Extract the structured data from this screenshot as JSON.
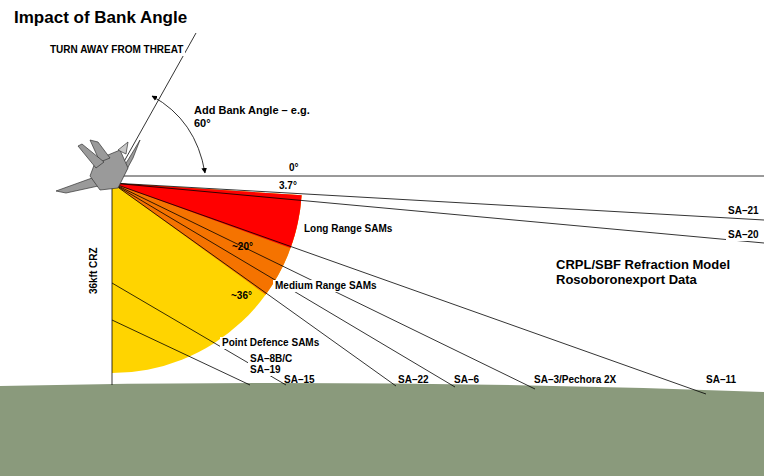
{
  "diagram": {
    "title": "Impact of Bank Angle",
    "labels": [
      "TURN AWAY FROM THREAT",
      "Add Bank Angle – e.g. 60°",
      "0°",
      "3.7°",
      "SA–21",
      "SA–20",
      "Long Range SAMs",
      "~20°",
      "CRPL/SBF Refraction Model Rosoboronexport Data",
      "Medium Range SAMs",
      "~36°",
      "36kft CRZ",
      "Point Defence SAMs",
      "SA–8B/C",
      "SA–19",
      "SA–15",
      "SA–22",
      "SA–6",
      "SA–3/Pechora 2X",
      "SA–11"
    ]
  }
}
